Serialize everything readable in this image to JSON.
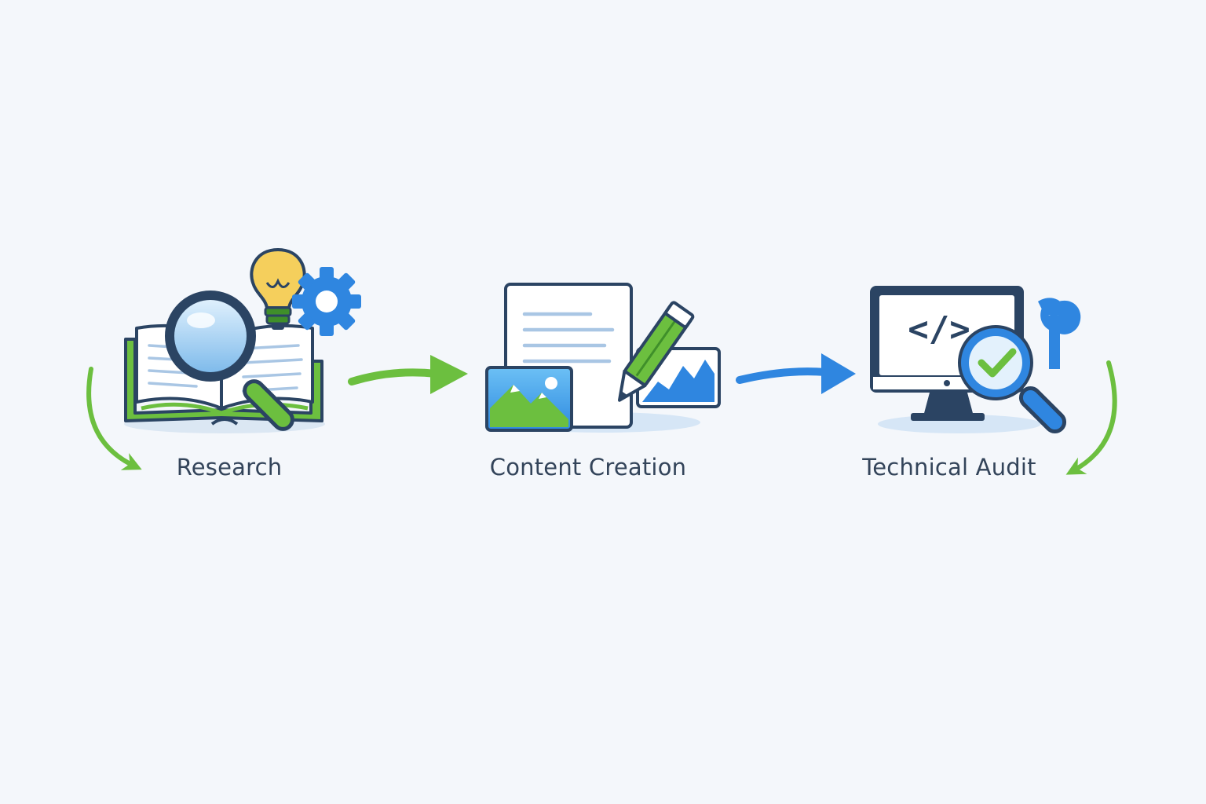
{
  "diagram": {
    "steps": [
      {
        "label": "Research",
        "icon": "research-book-magnifier-icon"
      },
      {
        "label": "Content Creation",
        "icon": "content-document-pencil-icon"
      },
      {
        "label": "Technical Audit",
        "icon": "monitor-code-audit-icon"
      }
    ],
    "code_glyph": "</>",
    "colors": {
      "background": "#f4f7fb",
      "navy": "#2b4463",
      "blue": "#2f86e0",
      "light_blue": "#a9d4f5",
      "green": "#6cbf3f",
      "dark_green": "#3f8f2a",
      "yellow": "#f5cf5c",
      "label_text": "#33445a"
    }
  }
}
